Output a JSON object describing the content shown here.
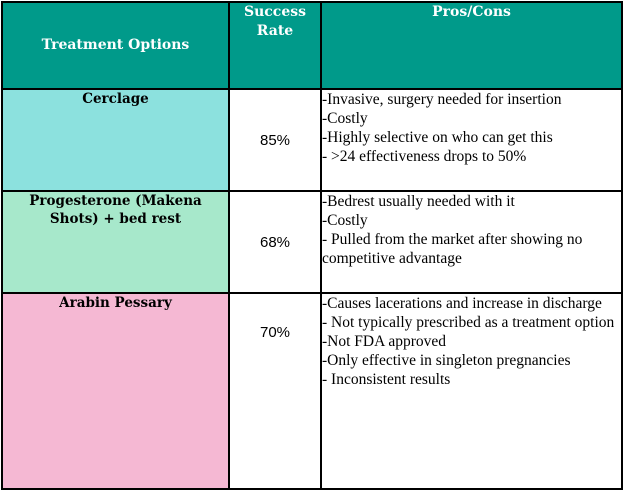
{
  "colors": {
    "header_bg": "#009a8a",
    "header_text": "#ffffff",
    "row1_bg": "#8ce1de",
    "row2_bg": "#a7e8cb",
    "row3_bg": "#f5b8d3"
  },
  "headers": {
    "options": "Treatment Options",
    "rate": "Success Rate",
    "pros": "Pros/Cons"
  },
  "rows": [
    {
      "option": "Cerclage",
      "rate": "85%",
      "pros": [
        "-Invasive, surgery needed for insertion",
        "-Costly",
        "-Highly selective on who can get this",
        "- >24 effectiveness drops to 50%"
      ]
    },
    {
      "option": "Progesterone (Makena Shots) + bed rest",
      "rate": "68%",
      "pros": [
        "-Bedrest usually needed with it",
        "-Costly",
        "- Pulled from the market after showing no competitive advantage"
      ]
    },
    {
      "option": "Arabin Pessary",
      "rate": "70%",
      "pros": [
        "-Causes lacerations and increase in discharge",
        "- Not typically prescribed as a treatment option",
        "-Not FDA approved",
        "-Only effective in singleton pregnancies",
        "- Inconsistent results"
      ]
    }
  ]
}
